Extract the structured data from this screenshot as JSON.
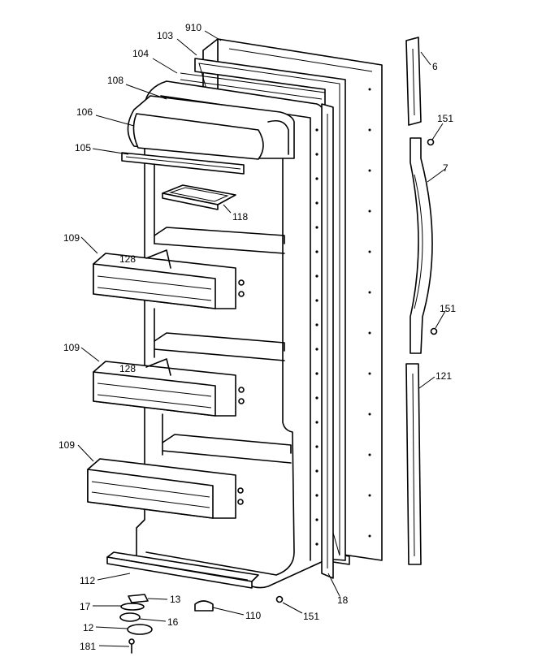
{
  "callouts": {
    "c910": "910",
    "c103": "103",
    "c104": "104",
    "c108": "108",
    "c106": "106",
    "c105": "105",
    "c118": "118",
    "c109a": "109",
    "c128a": "128",
    "c109b": "109",
    "c128b": "128",
    "c109c": "109",
    "c112": "112",
    "c13": "13",
    "c17": "17",
    "c16": "16",
    "c12": "12",
    "c181": "181",
    "c110": "110",
    "c151c": "151",
    "c18": "18",
    "c6": "6",
    "c151a": "151",
    "c7": "7",
    "c151b": "151",
    "c121": "121"
  }
}
